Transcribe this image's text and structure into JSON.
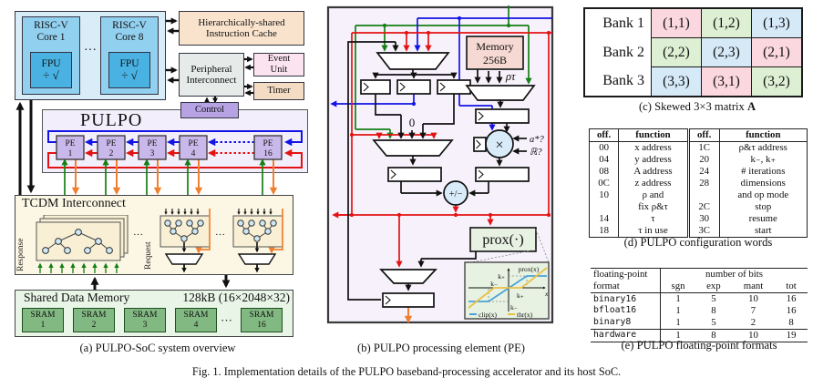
{
  "figure": {
    "caption": "Fig. 1.  Implementation details of the PULPO baseband-processing accelerator and its host SoC."
  },
  "colors": {
    "bus_blue": "#1313e6",
    "bus_red": "#e41313",
    "wire_green": "#157f15",
    "wire_orange": "#f08030",
    "matrix_pink": "#fbd7e0",
    "matrix_green": "#def0d3",
    "matrix_blue": "#d5e9f7"
  },
  "panel_a": {
    "caption": "(a) PULPO-SoC system overview",
    "cluster": {
      "core1_l1": "RISC-V",
      "core1_l2": "Core 1",
      "core8_l1": "RISC-V",
      "core8_l2": "Core 8",
      "dots": "···",
      "fpu1": "FPU",
      "fpu1_ops": "÷ √",
      "fpu8": "FPU",
      "fpu8_ops": "÷ √"
    },
    "icache_l1": "Hierarchically-shared",
    "icache_l2": "Instruction Cache",
    "periph_l1": "Peripheral",
    "periph_l2": "Interconnect",
    "event_l1": "Event",
    "event_l2": "Unit",
    "timer": "Timer",
    "control": "Control",
    "pulpo": "PULPO",
    "pes": [
      {
        "t": "PE",
        "n": "1"
      },
      {
        "t": "PE",
        "n": "2"
      },
      {
        "t": "PE",
        "n": "3"
      },
      {
        "t": "PE",
        "n": "4"
      },
      {
        "t": "PE",
        "n": "16"
      }
    ],
    "tcdm": {
      "label": "TCDM Interconnect",
      "response": "Response",
      "request": "Request",
      "dots1": "···",
      "dots2": "···"
    },
    "mem": {
      "label": "Shared Data Memory",
      "size": "128kB (16×2048×32)",
      "dots": "···",
      "srams": [
        {
          "t": "SRAM",
          "n": "1"
        },
        {
          "t": "SRAM",
          "n": "2"
        },
        {
          "t": "SRAM",
          "n": "3"
        },
        {
          "t": "SRAM",
          "n": "4"
        },
        {
          "t": "SRAM",
          "n": "16"
        }
      ]
    }
  },
  "panel_b": {
    "caption": "(b) PULPO processing element (PE)",
    "memory_l1": "Memory",
    "memory_l2": "256B",
    "rho_tau": "ρτ",
    "zero": "0",
    "conj": "a*?",
    "real": "ℝ?",
    "mult": "×",
    "addsub": "+/−",
    "prox": "prox(·)",
    "inset": {
      "ylab": "prox(x)",
      "xlab": "x",
      "kp_axis": "k₊",
      "km_axis": "k₋",
      "kp_x": "k₊",
      "km_low": "k₋",
      "clip": "clip(x)",
      "thr": "thr(x)"
    }
  },
  "panel_c": {
    "caption_pre": "(c) Skewed 3×3 matrix ",
    "caption_bold": "A",
    "banks": [
      "Bank 1",
      "Bank 2",
      "Bank 3"
    ],
    "rows": [
      [
        {
          "t": "(1,1)",
          "c": "pink"
        },
        {
          "t": "(1,2)",
          "c": "green"
        },
        {
          "t": "(1,3)",
          "c": "blue"
        }
      ],
      [
        {
          "t": "(2,2)",
          "c": "green"
        },
        {
          "t": "(2,3)",
          "c": "blue"
        },
        {
          "t": "(2,1)",
          "c": "pink"
        }
      ],
      [
        {
          "t": "(3,3)",
          "c": "blue"
        },
        {
          "t": "(3,1)",
          "c": "pink"
        },
        {
          "t": "(3,2)",
          "c": "green"
        }
      ]
    ]
  },
  "panel_d": {
    "caption": "(d) PULPO configuration words",
    "headers": [
      "off.",
      "function",
      "off.",
      "function"
    ],
    "rows": [
      [
        "00",
        "x address",
        "1C",
        "ρ&τ address"
      ],
      [
        "04",
        "y address",
        "20",
        "k₋, k₊"
      ],
      [
        "08",
        "A address",
        "24",
        "# iterations"
      ],
      [
        "0C",
        "z address",
        "28",
        "dimensions"
      ],
      [
        "10",
        "ρ and",
        "",
        "and op mode"
      ],
      [
        "",
        "fix ρ&τ",
        "2C",
        "stop"
      ],
      [
        "14",
        "τ",
        "30",
        "resume"
      ],
      [
        "18",
        "τ in use",
        "3C",
        "start"
      ]
    ]
  },
  "panel_e": {
    "caption": "(e) PULPO floating-point formats",
    "h_col1a": "floating-point",
    "h_col1b": "format",
    "h_span": "number of bits",
    "cols": [
      "sgn",
      "exp",
      "mant",
      "tot"
    ],
    "rows": [
      [
        "binary16",
        "1",
        "5",
        "10",
        "16"
      ],
      [
        "bfloat16",
        "1",
        "8",
        "7",
        "16"
      ],
      [
        "binary8",
        "1",
        "5",
        "2",
        "8"
      ],
      [
        "hardware",
        "1",
        "8",
        "10",
        "19"
      ]
    ]
  }
}
